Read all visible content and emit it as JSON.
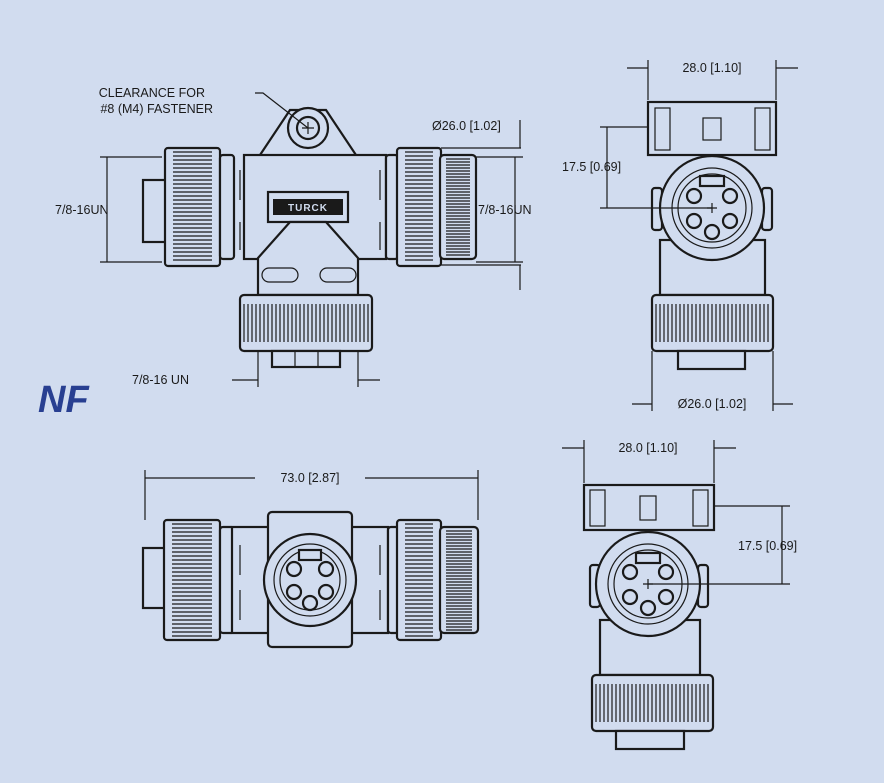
{
  "model_label": "NF",
  "logo_text": "TURCK",
  "colors": {
    "background": "#d1dcef",
    "line": "#1a1a1a",
    "label": "#283f91"
  },
  "top_view": {
    "clearance_note_line1": "CLEARANCE FOR",
    "clearance_note_line2": "#8 (M4) FASTENER",
    "left_thread": "7/8-16UN",
    "right_thread": "7/8-16UN",
    "right_diameter": "Ø26.0 [1.02]",
    "bottom_thread": "7/8-16 UN"
  },
  "side_view_top": {
    "width": "28.0 [1.10]",
    "height": "17.5 [0.69]",
    "diameter": "Ø26.0 [1.02]"
  },
  "front_view": {
    "length": "73.0 [2.87]"
  },
  "side_view_bottom": {
    "width": "28.0 [1.10]",
    "height": "17.5 [0.69]"
  }
}
